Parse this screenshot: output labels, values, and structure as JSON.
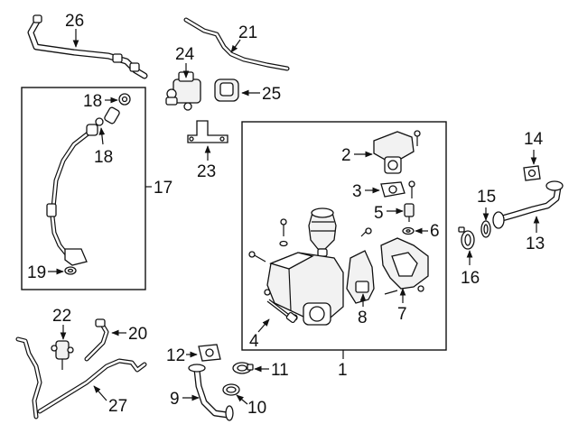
{
  "callouts": {
    "c1": "1",
    "c2": "2",
    "c3": "3",
    "c4": "4",
    "c5": "5",
    "c6": "6",
    "c7": "7",
    "c8": "8",
    "c9": "9",
    "c10": "10",
    "c11": "11",
    "c12": "12",
    "c13": "13",
    "c14": "14",
    "c15": "15",
    "c16": "16",
    "c17": "17",
    "c18a": "18",
    "c18b": "18",
    "c19": "19",
    "c20": "20",
    "c21": "21",
    "c22": "22",
    "c23": "23",
    "c24": "24",
    "c25": "25",
    "c26": "26",
    "c27": "27"
  },
  "colors": {
    "line": "#111111",
    "background": "#ffffff",
    "part_fill": "#f2f2f2"
  }
}
